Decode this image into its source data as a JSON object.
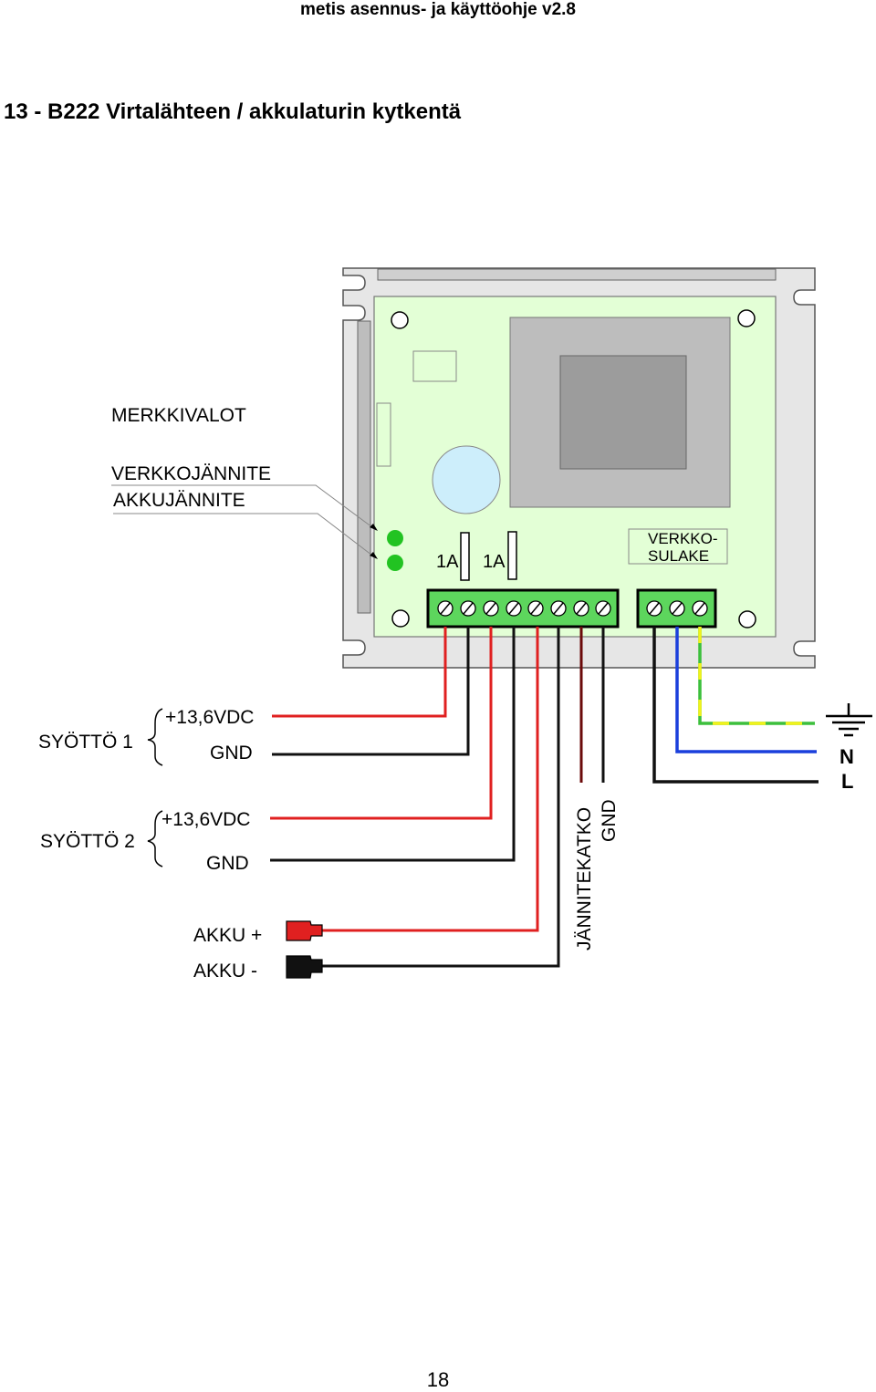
{
  "header": {
    "document_title": "metis asennus- ja käyttöohje  v2.8"
  },
  "section": {
    "title": "13 - B222 Virtalähteen / akkulaturin kytkentä"
  },
  "diagram": {
    "indicator_labels": {
      "group_title": "MERKKIVALOT",
      "mains": "VERKKOJÄNNITE",
      "battery": "AKKUJÄNNITE"
    },
    "fuse_labels": [
      "1A",
      "1A"
    ],
    "mains_fuse_label": [
      "VERKKO-",
      "SULAKE"
    ],
    "supply_1": {
      "label": "SYÖTTÖ 1",
      "positive": "+13,6VDC",
      "ground": "GND"
    },
    "supply_2": {
      "label": "SYÖTTÖ 2",
      "positive": "+13,6VDC",
      "ground": "GND"
    },
    "battery": {
      "positive": "AKKU +",
      "negative": "AKKU -"
    },
    "voltage_cutoff": {
      "label": "JÄNNITEKATKO",
      "ground": "GND"
    },
    "mains": {
      "neutral": "N",
      "live": "L"
    },
    "colors": {
      "board": "#e3ffd6",
      "terminal_block": "#5dd65d",
      "positive_wire": "#e02020",
      "ground_wire": "#111111",
      "cutoff_wire": "#6b0a0a",
      "neutral_wire": "#1a3fdc",
      "earth_wire_green": "#3cbf3c",
      "earth_wire_yellow": "#f2f21a",
      "led": "#22c322"
    }
  },
  "footer": {
    "page_number": "18"
  }
}
